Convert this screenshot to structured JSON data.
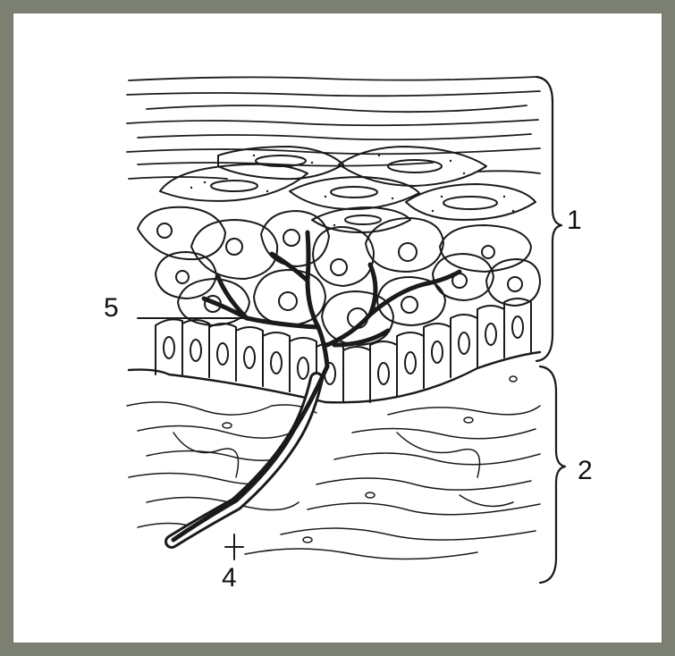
{
  "figure": {
    "labels": {
      "epidermis": "1",
      "dermis": "2",
      "nerve_fiber": "4",
      "free_nerve_ending": "5"
    }
  }
}
